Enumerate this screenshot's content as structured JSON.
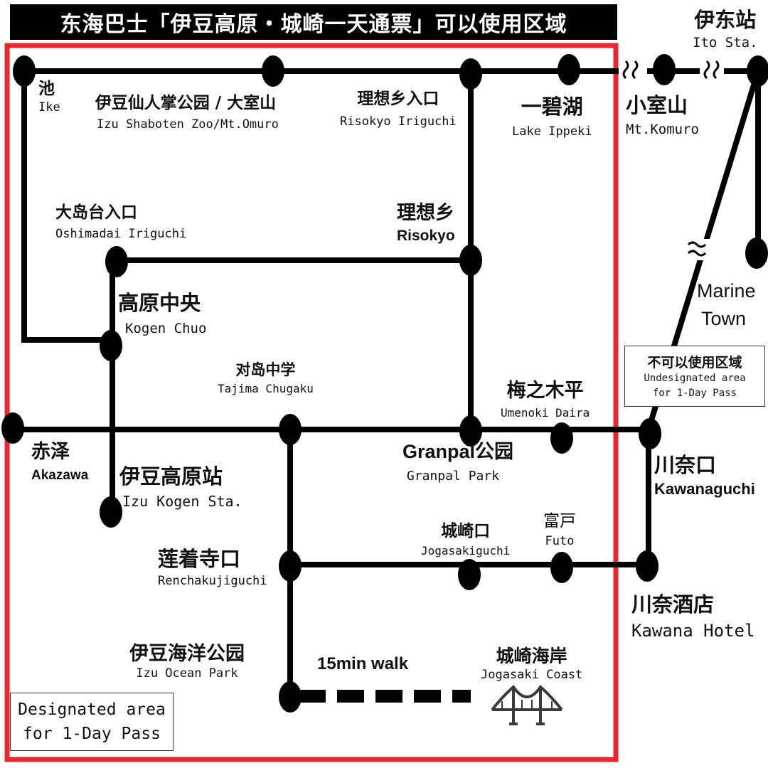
{
  "title": "东海巴士「伊豆高原・城崎一天通票」可以使用区域",
  "colors": {
    "line": "#000000",
    "area_border": "#e8282e",
    "background": "#ffffff"
  },
  "stops": {
    "ike": {
      "zh": "池",
      "en": "Ike"
    },
    "shaboten": {
      "zh": "伊豆仙人掌公园 / 大室山",
      "en": "Izu Shaboten Zoo/Mt.Omuro"
    },
    "risokyo_iriguchi": {
      "zh": "理想乡入口",
      "en": "Risokyo Iriguchi"
    },
    "ippeki": {
      "zh": "一碧湖",
      "en": "Lake Ippeki"
    },
    "komuro": {
      "zh": "小室山",
      "en": "Mt.Komuro"
    },
    "ito": {
      "zh": "伊东站",
      "en": "Ito Sta."
    },
    "oshimadai": {
      "zh": "大岛台入口",
      "en": "Oshimadai Iriguchi"
    },
    "risokyo": {
      "zh": "理想乡",
      "en": "Risokyo"
    },
    "marine_town": {
      "line1": "Marine",
      "line2": "Town"
    },
    "kogen_chuo": {
      "zh": "高原中央",
      "en": "Kogen Chuo"
    },
    "tajima": {
      "zh": "对岛中学",
      "en": "Tajima Chugaku"
    },
    "umenoki": {
      "zh": "梅之木平",
      "en": "Umenoki Daira"
    },
    "akazawa": {
      "zh": "赤泽",
      "en": "Akazawa"
    },
    "izu_kogen": {
      "zh": "伊豆高原站",
      "en": "Izu Kogen Sta."
    },
    "granpal": {
      "zh": "Granpal公园",
      "en": "Granpal Park"
    },
    "kawanaguchi": {
      "zh": "川奈口",
      "en": "Kawanaguchi"
    },
    "jogasakiguchi": {
      "zh": "城崎口",
      "en": "Jogasakiguchi"
    },
    "futo": {
      "zh": "富戸",
      "en": "Futo"
    },
    "renchakuji": {
      "zh": "莲着寺口",
      "en": "Renchakujiguchi"
    },
    "kawana_hotel": {
      "zh": "川奈酒店",
      "en": "Kawana Hotel"
    },
    "ocean_park": {
      "zh": "伊豆海洋公园",
      "en": "Izu Ocean Park"
    },
    "jogasaki_coast": {
      "zh": "城崎海岸",
      "en": "Jogasaki Coast"
    }
  },
  "walk_label": "15min walk",
  "legend_inside": {
    "line1": "Designated area",
    "line2": "for 1-Day Pass"
  },
  "legend_outside": {
    "zh": "不可以使用区域",
    "line1": "Undesignated area",
    "line2": "for 1-Day Pass"
  },
  "icons": [
    "bridge-icon",
    "line-break-icon"
  ]
}
